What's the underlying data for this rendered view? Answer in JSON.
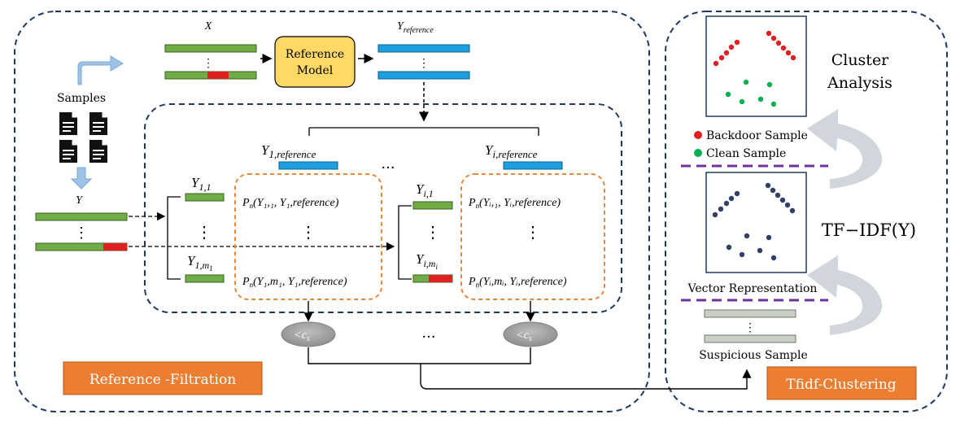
{
  "panels": {
    "filtration_label": "Reference -Filtration",
    "clustering_label": "Tfidf-Clustering"
  },
  "top_flow": {
    "x_label": "X",
    "ellipsis": "⋮",
    "model_line1": "Reference",
    "model_line2": "Model",
    "y_ref_main": "Y",
    "y_ref_sub": "reference"
  },
  "samples": {
    "label": "Samples",
    "y_label": "Y",
    "ellipsis": "⋮"
  },
  "groups": [
    {
      "ref_main": "Y",
      "ref_sub": "1,reference",
      "first_main": "Y",
      "first_sub": "1,1",
      "last_main": "Y",
      "last_sub": "1,m",
      "last_subsub": "1",
      "p_first": "P",
      "p_first_sub": "n",
      "p_first_args": "(Y₁,₁, Y₁,reference)",
      "p_last_args": "(Y₁,m₁, Y₁,reference)",
      "dots": "⋮",
      "threshold": "<c",
      "threshold_sub": "s"
    },
    {
      "ref_main": "Y",
      "ref_sub": "i,reference",
      "first_main": "Y",
      "first_sub": "i,1",
      "last_main": "Y",
      "last_sub": "i,m",
      "last_subsub": "i",
      "p_first": "P",
      "p_first_sub": "n",
      "p_first_args": "(Yᵢ,₁, Yᵢ,reference)",
      "p_last_args": "(Yᵢ,mᵢ, Yᵢ,reference)",
      "dots": "⋮",
      "threshold": "<c",
      "threshold_sub": "s"
    }
  ],
  "between_groups_dots": "···",
  "clustering": {
    "title_line1": "Cluster",
    "title_line2": "Analysis",
    "legend_backdoor": "Backdoor Sample",
    "legend_clean": "Clean Sample",
    "tfidf": "TF−IDF(Y)",
    "vector_representation": "Vector Representation",
    "suspicious_sample": "Suspicious Sample",
    "ellipsis": "⋮"
  },
  "colors": {
    "green_bar": "#70ad47",
    "blue_bar": "#1ea0e0",
    "red_segment": "#e02020",
    "model_box": "#ffd966",
    "orange_label": "#ed7d31",
    "orange_dash": "#e8883a",
    "navy_dash": "#1f3864",
    "purple_dash": "#7030a0",
    "gray_ellipse": "#a6a6a6",
    "gray_bar": "#c9cfc4",
    "backdoor_dot": "#e02020",
    "clean_dot": "#00b050",
    "vector_dot": "#2f3f66",
    "arrow_gray": "#d0d6db",
    "arrow_blue": "#9dc3e6"
  }
}
